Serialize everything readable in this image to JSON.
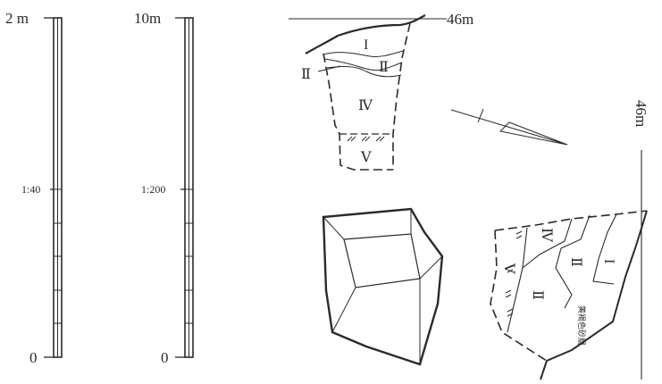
{
  "scale_bar_1": {
    "top_label": "2 m",
    "mid_label": "1:40",
    "bottom_label": "0"
  },
  "scale_bar_2": {
    "top_label": "10m",
    "mid_label": "1:200",
    "bottom_label": "0"
  },
  "profile": {
    "elevation_label": "46m",
    "layers": [
      "I",
      "Ⅱ",
      "Ⅱ",
      "Ⅳ",
      "Ⅴ"
    ]
  },
  "plan_view": {
    "elevation_label": "46m",
    "layers": [
      "I",
      "Ⅱ",
      "Ⅱ",
      "Ⅳ",
      "Ⅴ"
    ],
    "annotation": "黄褐色砂層"
  }
}
